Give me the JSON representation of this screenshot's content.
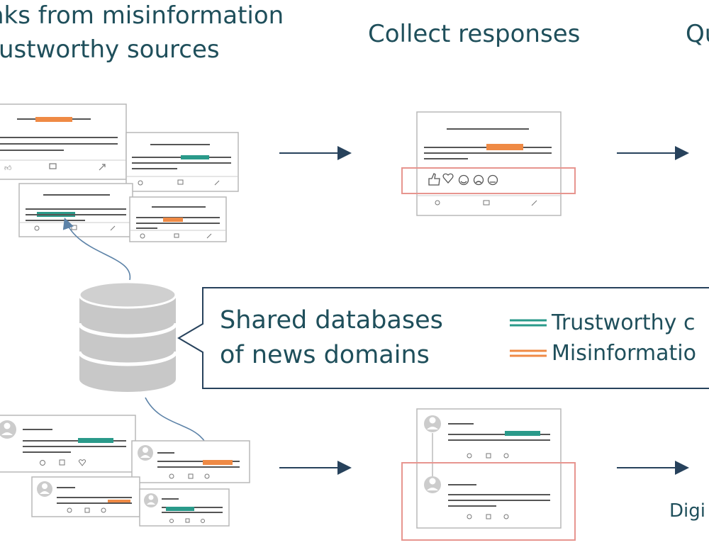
{
  "headings": {
    "step1_line1": "nks from misinformation",
    "step1_line2": "rustworthy sources",
    "step2": "Collect responses",
    "step3_partial": "Qu"
  },
  "database": {
    "line1": "Shared databases",
    "line2": "of news domains"
  },
  "legend": {
    "trustworthy": "Trustworthy c",
    "misinformation": "Misinformatio"
  },
  "bottom_right_partial": "Digi",
  "colors": {
    "text": "#1f4f5b",
    "trustworthy": "#2a9a8a",
    "misinformation": "#ef8a45",
    "highlight_box": "#e7958f",
    "arrow": "#27425c",
    "card_border": "#b8b8b8",
    "line": "#555555",
    "database": "#c8c8c8",
    "connector": "#5d83a8"
  },
  "icons": {
    "reactions": [
      "thumbs-up-icon",
      "heart-icon",
      "laugh-icon",
      "sad-icon",
      "angry-icon"
    ],
    "post_actions": [
      "like-icon",
      "comment-icon",
      "share-icon"
    ],
    "tweet_actions": [
      "reply-icon",
      "retweet-icon",
      "heart-icon"
    ]
  }
}
